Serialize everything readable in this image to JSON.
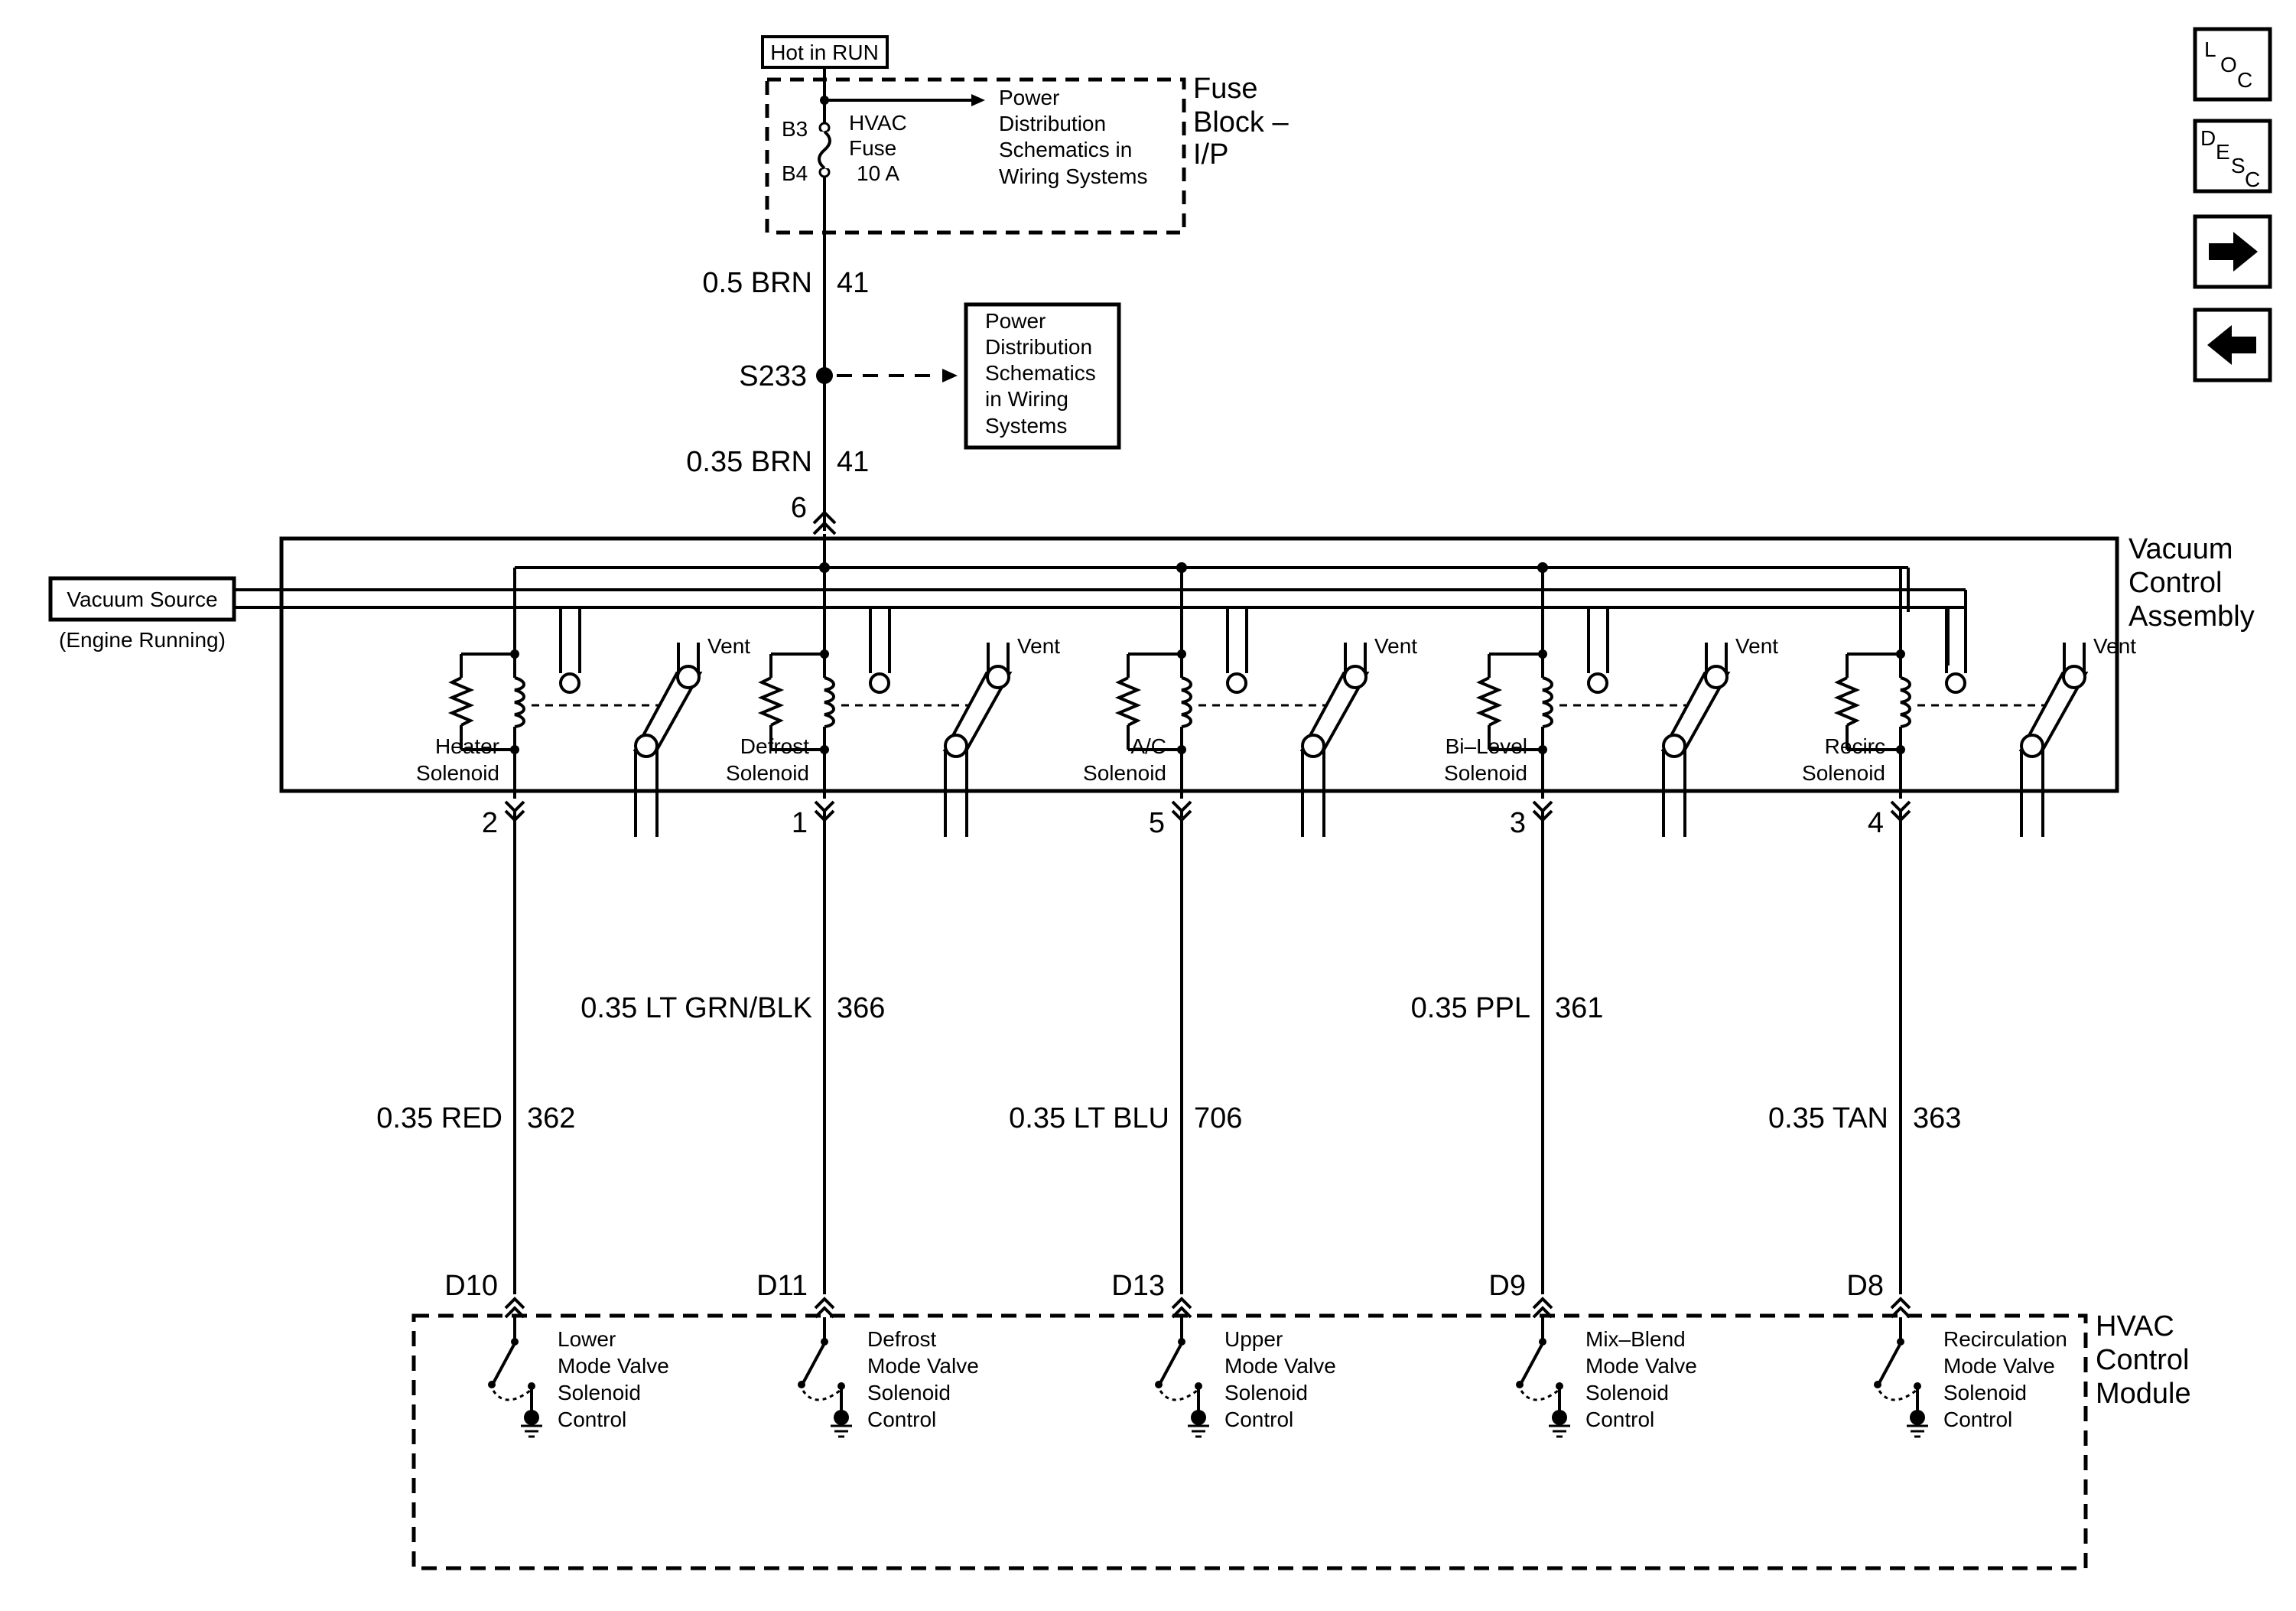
{
  "top": {
    "hot_in_run": "Hot in RUN",
    "fuse_block": [
      "Fuse",
      "Block –",
      "I/P"
    ],
    "pin_b3": "B3",
    "pin_b4": "B4",
    "fuse": [
      "HVAC",
      "Fuse",
      "10 A"
    ],
    "power_ref_1": [
      "Power",
      "Distribution",
      "Schematics in",
      "Wiring Systems"
    ],
    "wire_top_gauge": "0.5 BRN",
    "wire_top_circuit": "41",
    "splice": "S233",
    "power_ref_2": [
      "Power",
      "Distribution",
      "Schematics",
      "in Wiring",
      "Systems"
    ],
    "wire_mid_gauge": "0.35 BRN",
    "wire_mid_circuit": "41",
    "pin_6": "6"
  },
  "vacuum": {
    "source": "Vacuum Source",
    "source_note": "(Engine Running)",
    "assembly": [
      "Vacuum",
      "Control",
      "Assembly"
    ],
    "vent": "Vent",
    "solenoids": [
      {
        "name": [
          "Heater",
          "Solenoid"
        ],
        "pin": "2",
        "gauge": "0.35 RED",
        "circuit": "362",
        "module_pin": "D10",
        "control": [
          "Lower",
          "Mode Valve",
          "Solenoid",
          "Control"
        ]
      },
      {
        "name": [
          "Defrost",
          "Solenoid"
        ],
        "pin": "1",
        "gauge": "0.35 LT GRN/BLK",
        "circuit": "366",
        "module_pin": "D11",
        "control": [
          "Defrost",
          "Mode Valve",
          "Solenoid",
          "Control"
        ]
      },
      {
        "name": [
          "A/C",
          "Solenoid"
        ],
        "pin": "5",
        "gauge": "0.35 LT BLU",
        "circuit": "706",
        "module_pin": "D13",
        "control": [
          "Upper",
          "Mode Valve",
          "Solenoid",
          "Control"
        ]
      },
      {
        "name": [
          "Bi–Level",
          "Solenoid"
        ],
        "pin": "3",
        "gauge": "0.35 PPL",
        "circuit": "361",
        "module_pin": "D9",
        "control": [
          "Mix–Blend",
          "Mode Valve",
          "Solenoid",
          "Control"
        ]
      },
      {
        "name": [
          "Recirc",
          "Solenoid"
        ],
        "pin": "4",
        "gauge": "0.35 TAN",
        "circuit": "363",
        "module_pin": "D8",
        "control": [
          "Recirculation",
          "Mode Valve",
          "Solenoid",
          "Control"
        ]
      }
    ]
  },
  "module": [
    "HVAC",
    "Control",
    "Module"
  ],
  "nav": {
    "loc": [
      "L",
      "O",
      "C"
    ],
    "desc": [
      "D",
      "E",
      "S",
      "C"
    ],
    "next_icon": "arrow-right-icon",
    "prev_icon": "arrow-left-icon"
  }
}
